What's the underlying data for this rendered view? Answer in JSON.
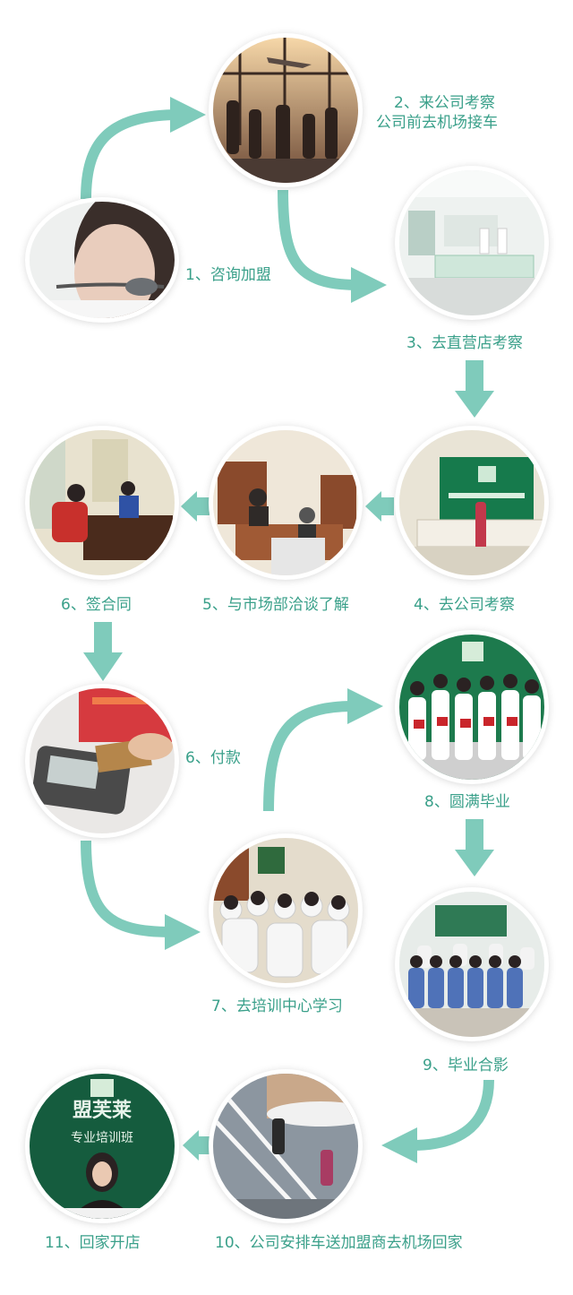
{
  "colors": {
    "accent": "#7fcbbb",
    "label": "#3aa08a"
  },
  "steps": [
    {
      "id": "s1",
      "caption": "1、咨询加盟"
    },
    {
      "id": "s2",
      "caption": [
        "2、来公司考察",
        "公司前去机场接车"
      ]
    },
    {
      "id": "s3",
      "caption": "3、去直营店考察"
    },
    {
      "id": "s4",
      "caption": "4、去公司考察"
    },
    {
      "id": "s5",
      "caption": "5、与市场部洽谈了解"
    },
    {
      "id": "s6",
      "caption": "6、签合同"
    },
    {
      "id": "s6b",
      "caption": "6、付款"
    },
    {
      "id": "s7",
      "caption": "7、去培训中心学习"
    },
    {
      "id": "s8",
      "caption": "8、圆满毕业"
    },
    {
      "id": "s9",
      "caption": "9、毕业合影"
    },
    {
      "id": "s10",
      "caption": "10、公司安排车送加盟商去机场回家"
    },
    {
      "id": "s11",
      "caption": "11、回家开店"
    }
  ],
  "sign_text": "盟芙莱",
  "sign_sub": "专业培训班"
}
